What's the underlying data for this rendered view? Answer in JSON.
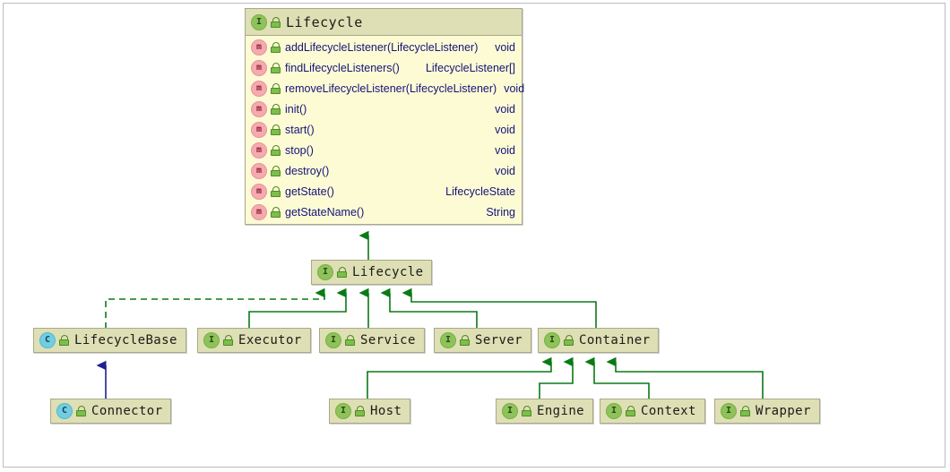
{
  "diagram": {
    "title": "Lifecycle class hierarchy",
    "colors": {
      "edge_green": "#0a7a15",
      "edge_blue": "#202090",
      "node_header": "#dedfb4",
      "node_body": "#fdfbd4",
      "node_border": "#a9a98a",
      "text": "#1b1b1b",
      "member_text": "#14137a",
      "frame_border": "#b9bcbf",
      "interface_badge": "#8ec25b",
      "class_badge": "#73cde2",
      "method_badge": "#f5aab0"
    },
    "detail_box": {
      "stereotype": "interface",
      "icon": "interface-icon",
      "visibility_icon": "lock-icon",
      "title": "Lifecycle",
      "members": [
        {
          "icon": "method-icon",
          "visibility_icon": "lock-icon",
          "signature": "addLifecycleListener(LifecycleListener)",
          "return_type": "void"
        },
        {
          "icon": "method-icon",
          "visibility_icon": "lock-icon",
          "signature": "findLifecycleListeners()",
          "return_type": "LifecycleListener[]"
        },
        {
          "icon": "method-icon",
          "visibility_icon": "lock-icon",
          "signature": "removeLifecycleListener(LifecycleListener)",
          "return_type": "void"
        },
        {
          "icon": "method-icon",
          "visibility_icon": "lock-icon",
          "signature": "init()",
          "return_type": "void"
        },
        {
          "icon": "method-icon",
          "visibility_icon": "lock-icon",
          "signature": "start()",
          "return_type": "void"
        },
        {
          "icon": "method-icon",
          "visibility_icon": "lock-icon",
          "signature": "stop()",
          "return_type": "void"
        },
        {
          "icon": "method-icon",
          "visibility_icon": "lock-icon",
          "signature": "destroy()",
          "return_type": "void"
        },
        {
          "icon": "method-icon",
          "visibility_icon": "lock-icon",
          "signature": "getState()",
          "return_type": "LifecycleState"
        },
        {
          "icon": "method-icon",
          "visibility_icon": "lock-icon",
          "signature": "getStateName()",
          "return_type": "String"
        }
      ]
    },
    "nodes": [
      {
        "id": "lifecycle",
        "label": "Lifecycle",
        "kind": "interface",
        "icon": "interface-icon",
        "visibility_icon": "lock-icon"
      },
      {
        "id": "lifecyclebase",
        "label": "LifecycleBase",
        "kind": "class",
        "icon": "class-icon",
        "visibility_icon": "lock-icon"
      },
      {
        "id": "executor",
        "label": "Executor",
        "kind": "interface",
        "icon": "interface-icon",
        "visibility_icon": "lock-icon"
      },
      {
        "id": "service",
        "label": "Service",
        "kind": "interface",
        "icon": "interface-icon",
        "visibility_icon": "lock-icon"
      },
      {
        "id": "server",
        "label": "Server",
        "kind": "interface",
        "icon": "interface-icon",
        "visibility_icon": "lock-icon"
      },
      {
        "id": "container",
        "label": "Container",
        "kind": "interface",
        "icon": "interface-icon",
        "visibility_icon": "lock-icon"
      },
      {
        "id": "connector",
        "label": "Connector",
        "kind": "class",
        "icon": "class-icon",
        "visibility_icon": "lock-icon"
      },
      {
        "id": "host",
        "label": "Host",
        "kind": "interface",
        "icon": "interface-icon",
        "visibility_icon": "lock-icon"
      },
      {
        "id": "engine",
        "label": "Engine",
        "kind": "interface",
        "icon": "interface-icon",
        "visibility_icon": "lock-icon"
      },
      {
        "id": "context",
        "label": "Context",
        "kind": "interface",
        "icon": "interface-icon",
        "visibility_icon": "lock-icon"
      },
      {
        "id": "wrapper",
        "label": "Wrapper",
        "kind": "interface",
        "icon": "interface-icon",
        "visibility_icon": "lock-icon"
      }
    ],
    "edges": [
      {
        "from": "lifecycle",
        "to": "detail_box",
        "style": "solid",
        "color": "green",
        "relation": "generalization"
      },
      {
        "from": "lifecyclebase",
        "to": "lifecycle",
        "style": "dashed",
        "color": "green",
        "relation": "realization"
      },
      {
        "from": "executor",
        "to": "lifecycle",
        "style": "solid",
        "color": "green",
        "relation": "generalization"
      },
      {
        "from": "service",
        "to": "lifecycle",
        "style": "solid",
        "color": "green",
        "relation": "generalization"
      },
      {
        "from": "server",
        "to": "lifecycle",
        "style": "solid",
        "color": "green",
        "relation": "generalization"
      },
      {
        "from": "container",
        "to": "lifecycle",
        "style": "solid",
        "color": "green",
        "relation": "generalization"
      },
      {
        "from": "connector",
        "to": "lifecyclebase",
        "style": "solid",
        "color": "blue",
        "relation": "generalization"
      },
      {
        "from": "host",
        "to": "container",
        "style": "solid",
        "color": "green",
        "relation": "generalization"
      },
      {
        "from": "engine",
        "to": "container",
        "style": "solid",
        "color": "green",
        "relation": "generalization"
      },
      {
        "from": "context",
        "to": "container",
        "style": "solid",
        "color": "green",
        "relation": "generalization"
      },
      {
        "from": "wrapper",
        "to": "container",
        "style": "solid",
        "color": "green",
        "relation": "generalization"
      }
    ]
  }
}
